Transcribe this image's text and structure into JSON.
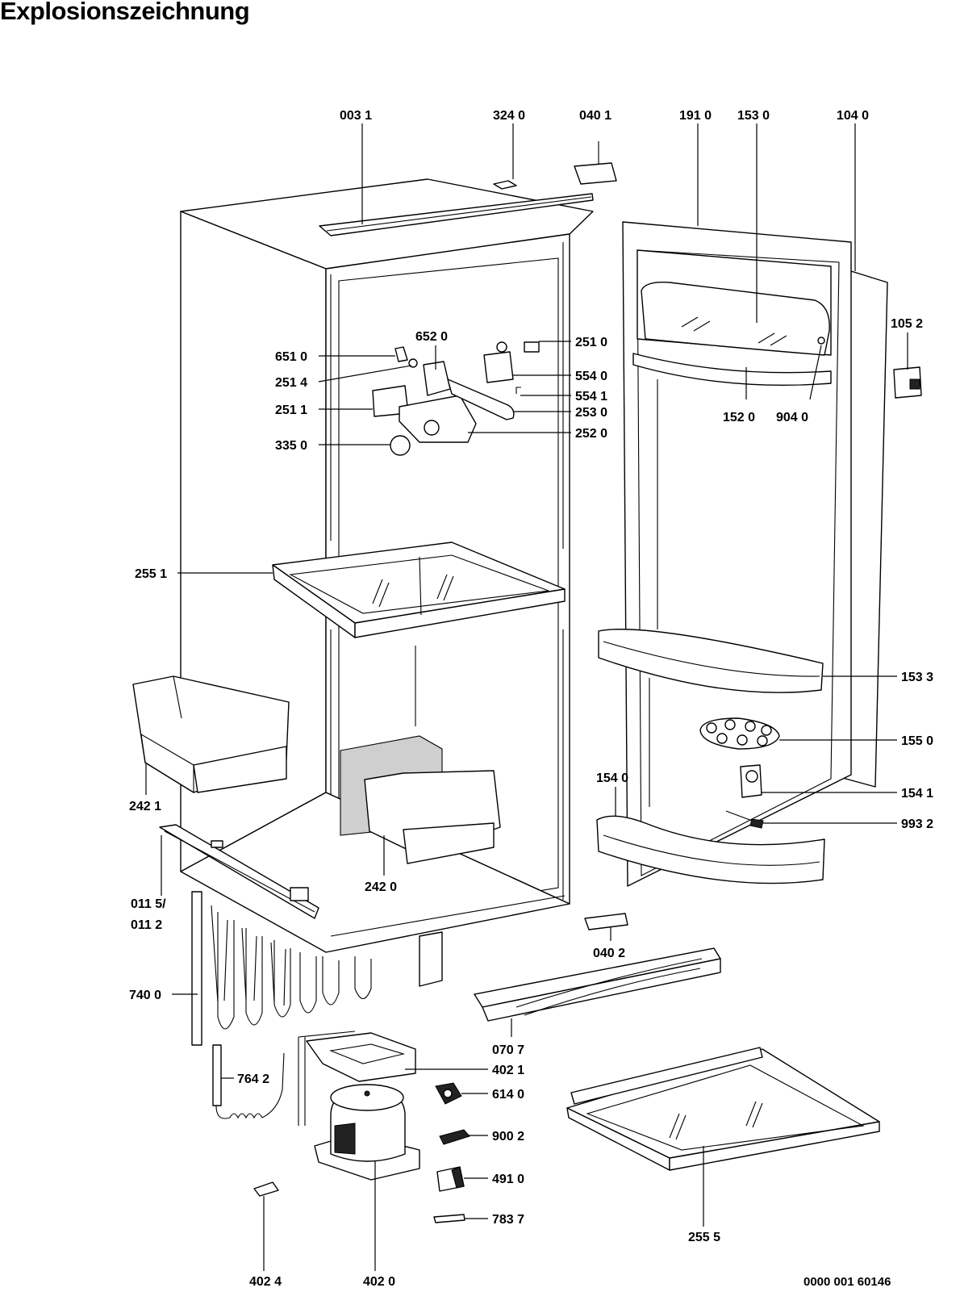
{
  "title": "Explosionszeichnung",
  "drawing_number": "0000 001 60146",
  "part_labels": {
    "p0031": "003 1",
    "p3240": "324 0",
    "p0401": "040 1",
    "p1910": "191 0",
    "p1530": "153 0",
    "p1040": "104 0",
    "p1052": "105 2",
    "p6520": "652 0",
    "p6510": "651 0",
    "p2514": "251 4",
    "p2511": "251 1",
    "p3350": "335 0",
    "p2510": "251 0",
    "p5540": "554 0",
    "p5541": "554 1",
    "p2530": "253 0",
    "p2520": "252 0",
    "p1520": "152 0",
    "p9040": "904 0",
    "p2551": "255 1",
    "p1533": "153 3",
    "p1550": "155 0",
    "p1540": "154 0",
    "p1541": "154 1",
    "p9932": "993 2",
    "p2421": "242 1",
    "p2420": "242 0",
    "p0115": "011 5/",
    "p0112": "011 2",
    "p0402": "040 2",
    "p7400": "740 0",
    "p0707": "070 7",
    "p4021": "402 1",
    "p7642": "764 2",
    "p6140": "614 0",
    "p9002": "900 2",
    "p4910": "491 0",
    "p7837": "783 7",
    "p2555": "255 5",
    "p4024": "402 4",
    "p4020": "402 0"
  }
}
